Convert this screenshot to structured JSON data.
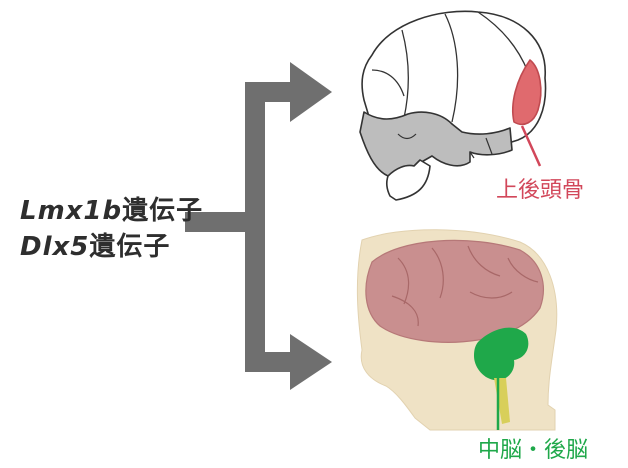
{
  "genes": [
    {
      "name": "Lmx1b",
      "suffix": "遺伝子"
    },
    {
      "name": "Dlx5",
      "suffix": "遺伝子"
    }
  ],
  "targets": {
    "bone_label": "上後頭骨",
    "brain_label": "中脳・後脳"
  },
  "colors": {
    "arrow": "#6f6f6f",
    "bone_highlight": "#e06a6e",
    "bone_label": "#d2475a",
    "brain_region": "#1fa84a",
    "brain_label": "#1fa84a",
    "cerebrum": "#c98f8f",
    "head_skin": "#efe2c5",
    "skull_gray": "#bdbdbd"
  }
}
